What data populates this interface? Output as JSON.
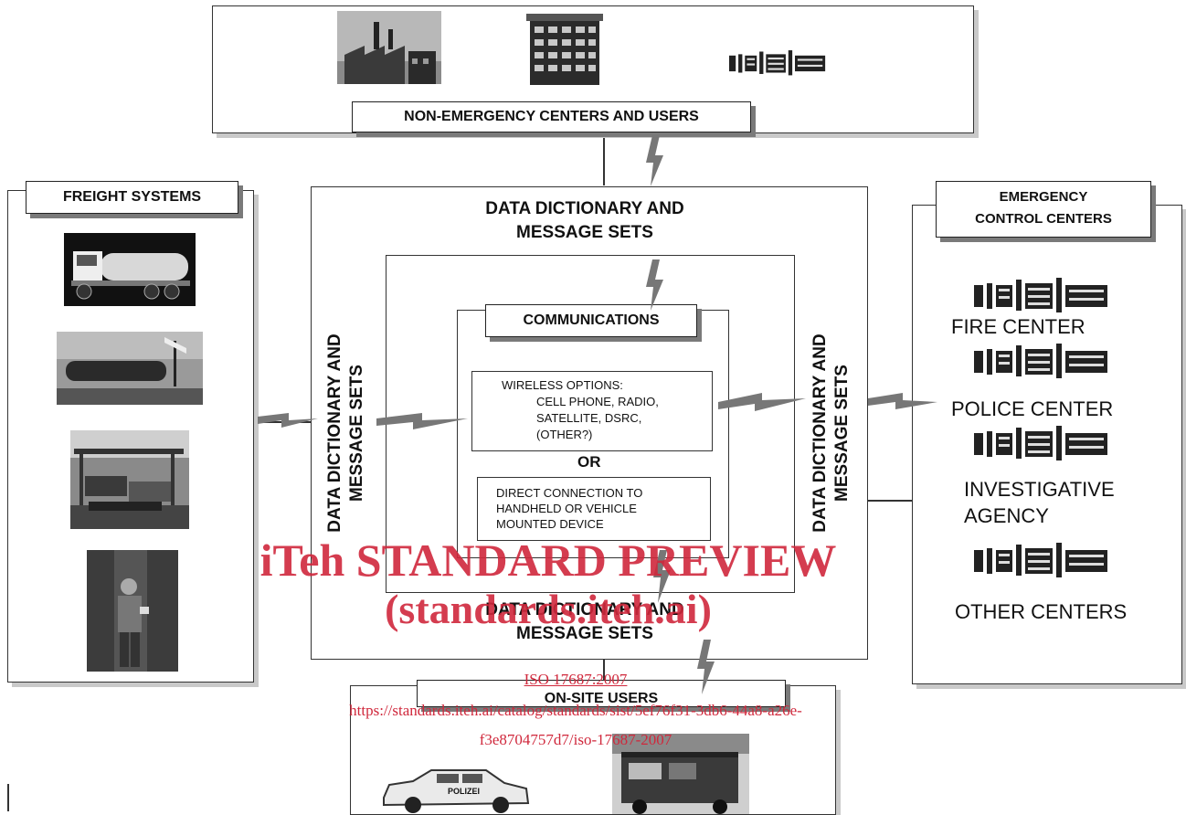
{
  "non_emergency": {
    "label": "NON-EMERGENCY CENTERS AND USERS"
  },
  "freight": {
    "label": "FREIGHT SYSTEMS"
  },
  "emergency": {
    "label_line1": "EMERGENCY",
    "label_line2": "CONTROL CENTERS",
    "centers": [
      "FIRE CENTER",
      "POLICE CENTER",
      "INVESTIGATIVE",
      "AGENCY",
      "OTHER CENTERS"
    ]
  },
  "dictionary": {
    "top_line1": "DATA DICTIONARY AND",
    "top_line2": "MESSAGE SETS",
    "left_line1": "DATA DICTIONARY AND",
    "left_line2": "MESSAGE SETS",
    "right_line1": "DATA DICTIONARY AND",
    "right_line2": "MESSAGE SETS",
    "bottom_line1": "DATA DICTIONARY AND",
    "bottom_line2": "MESSAGE SETS"
  },
  "communications": {
    "label": "COMMUNICATIONS",
    "wireless_title": "WIRELESS OPTIONS:",
    "wireless_line1": "CELL PHONE, RADIO,",
    "wireless_line2": "SATELLITE, DSRC,",
    "wireless_line3": "(OTHER?)",
    "or": "OR",
    "direct_line1": "DIRECT CONNECTION TO",
    "direct_line2": "HANDHELD OR VEHICLE",
    "direct_line3": "MOUNTED DEVICE"
  },
  "onsite": {
    "label": "ON-SITE USERS",
    "polizei": "POLIZEI"
  },
  "watermark": {
    "line1": "iTeh STANDARD PREVIEW",
    "line2": "(standards.iteh.ai)",
    "iso": "ISO 17687:2007",
    "url1": "https://standards.iteh.ai/catalog/standards/sist/5ef76f31-3db6-44a8-a26e-",
    "url2": "f3e8704757d7/iso-17687-2007"
  },
  "colors": {
    "watermark": "#d0283c",
    "shadow": "#7a7a7a"
  }
}
